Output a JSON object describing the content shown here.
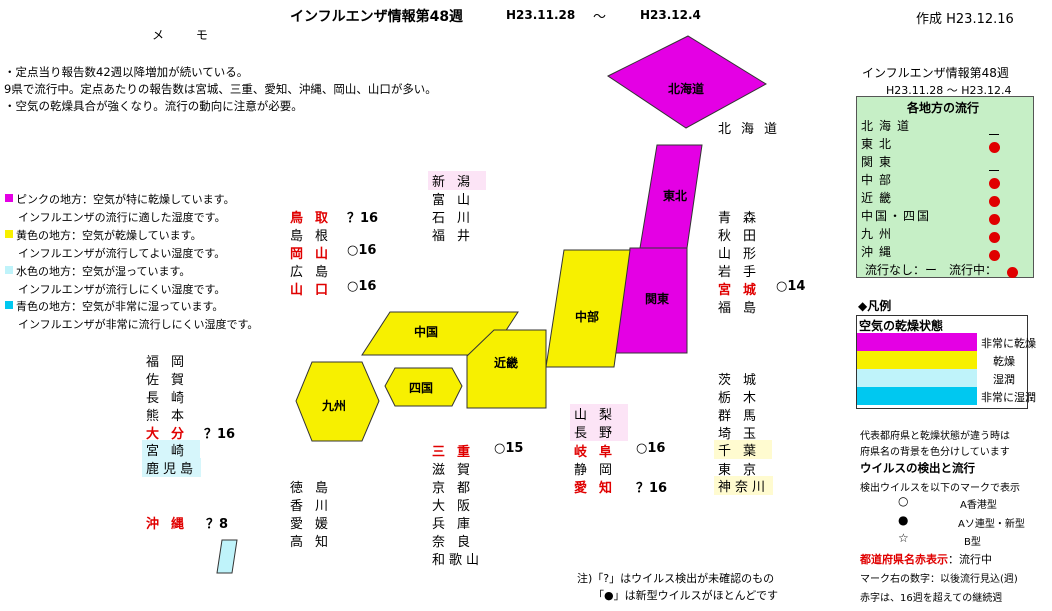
{
  "header": {
    "title": "インフルエンザ情報第48週",
    "date_from": "H23.11.28",
    "tilde": "～",
    "date_to": "H23.12.4",
    "created": "作成 H23.12.16"
  },
  "memo": {
    "label": "メ モ",
    "lines": [
      "・定点当り報告数42週以降増加が続いている。",
      "9県で流行中。定点あたりの報告数は宮城、三重、愛知、沖縄、岡山、山口が多い。",
      "・空気の乾燥具合が強くなり。流行の動向に注意が必要。"
    ]
  },
  "color_legend": [
    {
      "line1": "ピンクの地方：空気が特に乾燥しています。",
      "line2": "インフルエンザの流行に適した湿度です。",
      "color": "#e400e4"
    },
    {
      "line1": "黄色の地方：空気が乾燥しています。",
      "line2": "インフルエンザが流行してよい湿度です。",
      "color": "#f7f000"
    },
    {
      "line1": "水色の地方：空気が湿っています。",
      "line2": "インフルエンザが流行しにくい湿度です。",
      "color": "#bff3fa"
    },
    {
      "line1": "青色の地方：空気が非常に湿っています。",
      "line2": "インフルエンザが非常に流行しにくい湿度です。",
      "color": "#00c8f0"
    }
  ],
  "regions": {
    "hokkaido": "北海道",
    "tohoku": "東北",
    "kanto": "関東",
    "chubu": "中部",
    "kinki": "近畿",
    "chugoku": "中国",
    "shikoku": "四国",
    "kyushu": "九州"
  },
  "prefs": {
    "hokkaido": "北海道",
    "tohoku": [
      "青森",
      "秋田",
      "山形",
      "岩手",
      "宮城",
      "福島"
    ],
    "tohoku_miyagi_mark": "○14",
    "kanto": [
      "茨城",
      "栃木",
      "群馬",
      "埼玉",
      "千葉",
      "東京",
      "神奈川"
    ],
    "chubu_hokuriku": [
      "新潟",
      "富山",
      "石川",
      "福井"
    ],
    "chubu_inland": [
      "山梨",
      "長野"
    ],
    "chubu_south": [
      "岐阜",
      "静岡",
      "愛知"
    ],
    "gifu_mark": "○16",
    "aichi_mark": "？16",
    "kinki": [
      "三重",
      "滋賀",
      "京都",
      "大阪",
      "兵庫",
      "奈良",
      "和歌山"
    ],
    "mie_mark": "○15",
    "chugoku": [
      "鳥取",
      "島根",
      "岡山",
      "広島",
      "山口"
    ],
    "tottori_mark": "？16",
    "okayama_mark": "○16",
    "yamaguchi_mark": "○16",
    "shikoku": [
      "徳島",
      "香川",
      "愛媛",
      "高知"
    ],
    "kyushu": [
      "福岡",
      "佐賀",
      "長崎",
      "熊本",
      "大分",
      "宮崎",
      "鹿児島"
    ],
    "oita_mark": "？16",
    "okinawa": "沖縄",
    "okinawa_mark": "？8"
  },
  "right_panel": {
    "title": "インフルエンザ情報第48週",
    "dates": "H23.11.28 ～ H23.12.4",
    "heading": "各地方の流行",
    "rows": [
      {
        "name": "北海道",
        "status": "none"
      },
      {
        "name": "東北",
        "status": "active"
      },
      {
        "name": "関東",
        "status": "none"
      },
      {
        "name": "中部",
        "status": "active"
      },
      {
        "name": "近畿",
        "status": "active"
      },
      {
        "name": "中国・四国",
        "status": "active"
      },
      {
        "name": "九州",
        "status": "active"
      },
      {
        "name": "沖縄",
        "status": "active"
      }
    ],
    "footer": "流行なし：ー　流行中：",
    "active_color": "#e00000"
  },
  "legend": {
    "heading": "◆凡例",
    "box_title": "空気の乾燥状態",
    "items": [
      {
        "label": "非常に乾燥",
        "color": "#e400e4"
      },
      {
        "label": "乾燥",
        "color": "#f7f000"
      },
      {
        "label": "湿潤",
        "color": "#bff3fa"
      },
      {
        "label": "非常に湿潤",
        "color": "#00c8f0"
      }
    ],
    "note1": "代表都府県と乾燥状態が違う時は",
    "note2": "府県名の背景を色分けしています",
    "virus_heading": "ウイルスの検出と流行",
    "virus_desc": "検出ウイルスを以下のマークで表示",
    "virus_items": [
      {
        "mark": "○",
        "label": "A香港型"
      },
      {
        "mark": "●",
        "label": "Aソ連型・新型"
      },
      {
        "mark": "☆",
        "label": "B型"
      }
    ],
    "red_pref": "都道府県名赤表示",
    "red_pref_suffix": "：流行中",
    "mark_number": "マーク右の数字：以後流行見込(週)",
    "red_number": "赤字は、16週を超えての継続週"
  },
  "footnote": {
    "line1": "注)「?」はウイルス検出が未確認のもの",
    "line2": "「●」は新型ウイルスがほとんどです"
  }
}
